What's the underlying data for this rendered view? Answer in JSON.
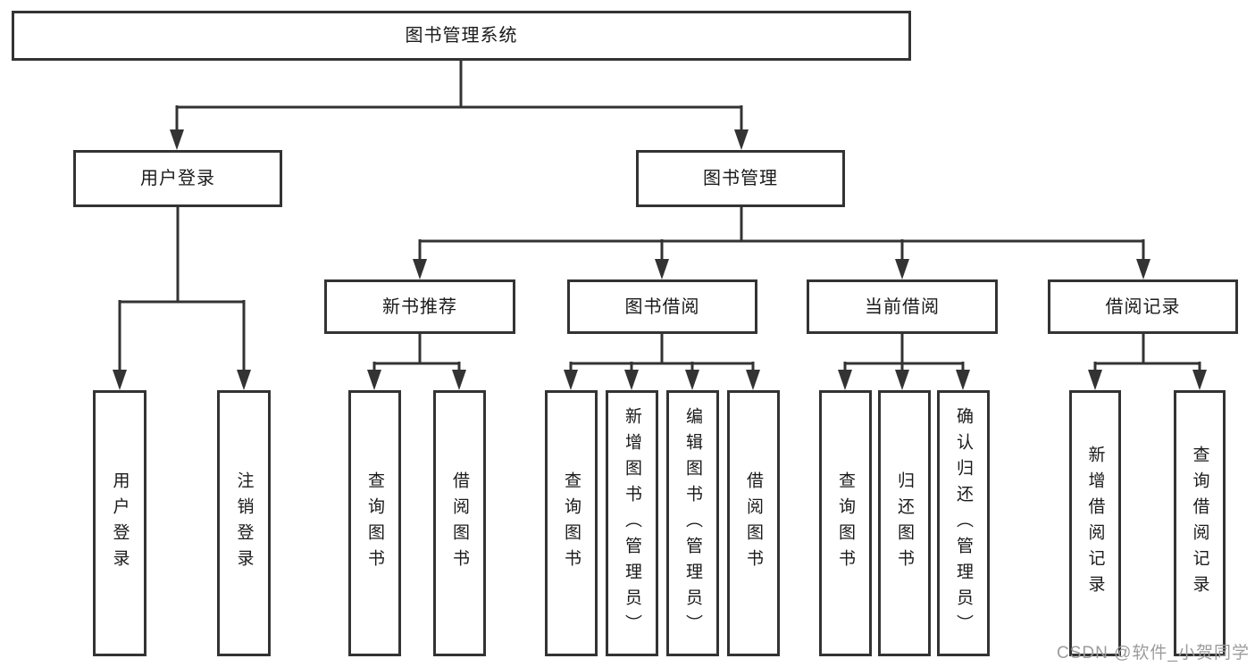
{
  "title": "图书管理系统",
  "level2": [
    {
      "label": "用户登录"
    },
    {
      "label": "图书管理"
    }
  ],
  "level3": [
    {
      "label": "新书推荐"
    },
    {
      "label": "图书借阅"
    },
    {
      "label": "当前借阅"
    },
    {
      "label": "借阅记录"
    }
  ],
  "leaves": [
    {
      "label": "用户登录"
    },
    {
      "label": "注销登录"
    },
    {
      "label": "查询图书"
    },
    {
      "label": "借阅图书"
    },
    {
      "label": "查询图书"
    },
    {
      "label": "新增图书（管理员）"
    },
    {
      "label": "编辑图书（管理员）"
    },
    {
      "label": "借阅图书"
    },
    {
      "label": "查询图书"
    },
    {
      "label": "归还图书"
    },
    {
      "label": "确认归还（管理员）"
    },
    {
      "label": "新增借阅记录"
    },
    {
      "label": "查询借阅记录"
    }
  ],
  "watermark": "CSDN @软件_小贺同学",
  "colors": {
    "line": "#333333",
    "border": "#333333",
    "text": "#1a1a1a",
    "watermark": "#9c9c9c",
    "background": "#ffffff"
  }
}
